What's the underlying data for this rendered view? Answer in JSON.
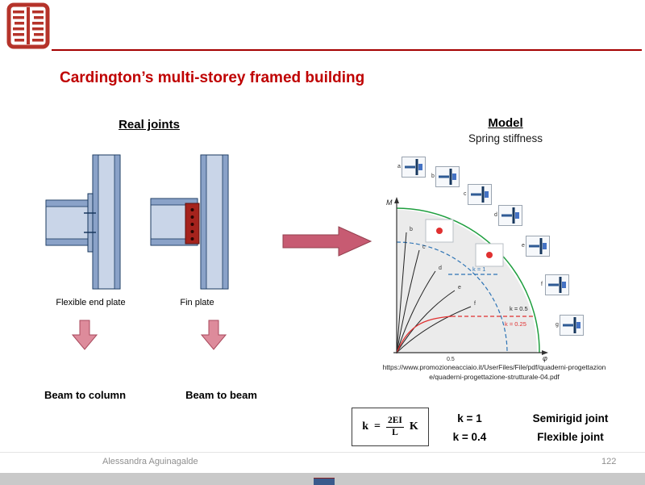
{
  "slide": {
    "title": "Cardington’s multi-storey framed building",
    "footer": {
      "author": "Alessandra Aguinagalde",
      "page": "122"
    }
  },
  "left": {
    "heading": "Real joints",
    "joints": [
      {
        "label": "Flexible end plate",
        "caption": "Beam to column"
      },
      {
        "label": "Fin plate",
        "caption": "Beam to beam"
      }
    ]
  },
  "right": {
    "heading": "Model",
    "subheading": "Spring stiffness",
    "source_url": "https://www.promozioneacciaio.it/UserFiles/File/pdf/quaderni-progettazione/quaderni-progettazione-strutturale-04.pdf",
    "chart": {
      "y_label": "M",
      "x_label": "φ",
      "x_tick": "0.5",
      "thumb_labels": [
        "a",
        "b",
        "c",
        "d",
        "e",
        "f",
        "g"
      ],
      "curve_labels": [
        "b",
        "c",
        "d",
        "e",
        "f"
      ],
      "annotations": [
        "k = 1",
        "k = 0.5",
        "k = 0.25"
      ]
    },
    "formula": {
      "lhs": "k",
      "eq": "=",
      "numerator": "2EI",
      "denominator": "L",
      "factor": "K"
    },
    "legend": [
      {
        "value": "k = 1",
        "label": "Semirigid joint"
      },
      {
        "value": "k = 0.4",
        "label": "Flexible joint"
      }
    ]
  },
  "colors": {
    "title_red": "#bf0000",
    "rule_red": "#a50000",
    "seal_red": "#b5332a",
    "arrow_pink": "#dd8b9b",
    "arrow_crimson": "#c75b72",
    "steel_light": "#c9d5e8",
    "steel_outline": "#17375e",
    "curve_green": "#1e9e3e",
    "curve_blue": "#2e74b5",
    "curve_red": "#e03030"
  }
}
